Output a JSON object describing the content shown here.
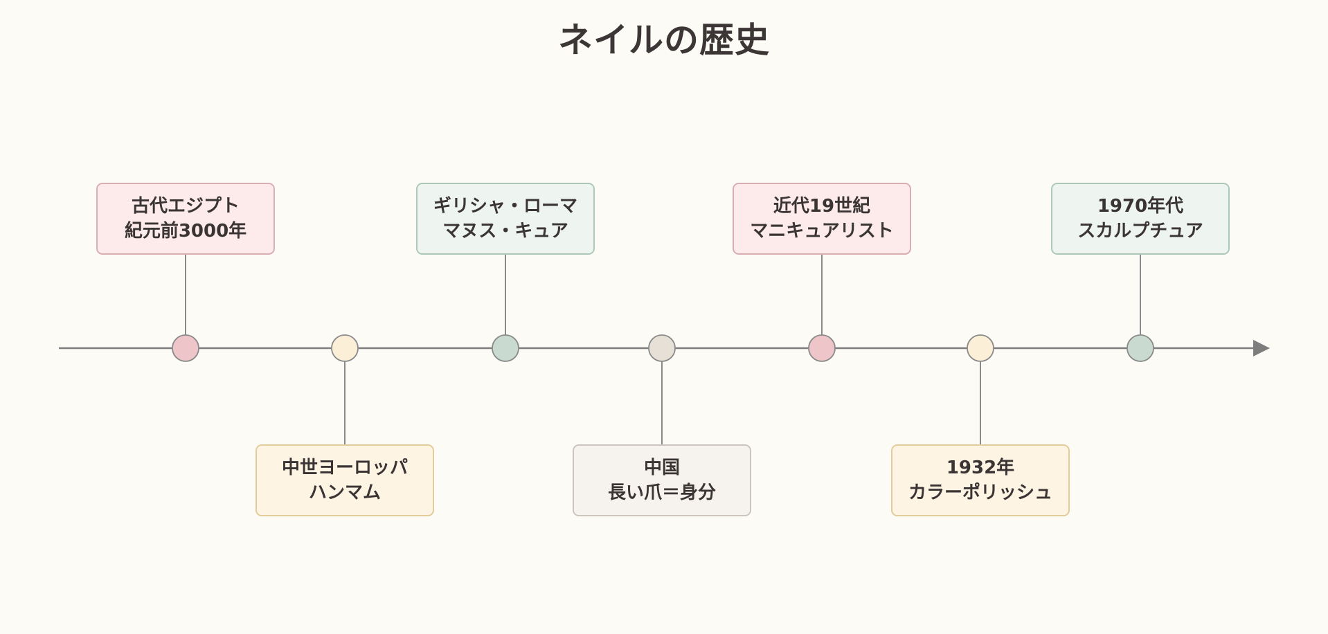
{
  "title": "ネイルの歴史",
  "palette": {
    "axis": "#7d7d7d",
    "connector": "#8a8a8a",
    "pink_fill": "#fcebea",
    "pink_border": "#d9aeb3",
    "pink_dot": "#eec5c8",
    "yellow_fill": "#fdf4e3",
    "yellow_border": "#e2cc9b",
    "yellow_dot": "#fcefd8",
    "green_fill": "#eef5f1",
    "green_border": "#abc8b9",
    "green_dot": "#c9dbd1",
    "gray_fill": "#f6f2ee",
    "gray_border": "#cbc5bd",
    "gray_dot": "#e6e0d6"
  },
  "events": [
    {
      "id": "ancient-egypt",
      "line1": "古代エジプト",
      "line2": "紀元前3000年",
      "side": "top",
      "color": "pink"
    },
    {
      "id": "medieval-europe",
      "line1": "中世ヨーロッパ",
      "line2": "ハンマム",
      "side": "bottom",
      "color": "yellow"
    },
    {
      "id": "greece-rome",
      "line1": "ギリシャ・ローマ",
      "line2": "マヌス・キュア",
      "side": "top",
      "color": "green"
    },
    {
      "id": "china",
      "line1": "中国",
      "line2": "長い爪＝身分",
      "side": "bottom",
      "color": "gray"
    },
    {
      "id": "modern-19c",
      "line1": "近代19世紀",
      "line2": "マニキュアリスト",
      "side": "top",
      "color": "pink"
    },
    {
      "id": "year-1932",
      "line1": "1932年",
      "line2": "カラーポリッシュ",
      "side": "bottom",
      "color": "yellow"
    },
    {
      "id": "era-1970s",
      "line1": "1970年代",
      "line2": "スカルプチュア",
      "side": "top",
      "color": "green"
    }
  ]
}
